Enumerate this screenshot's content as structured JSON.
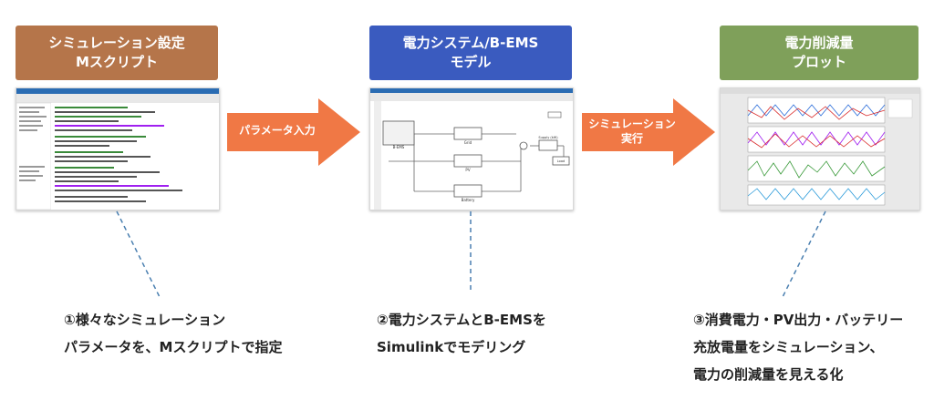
{
  "steps": [
    {
      "header_line1": "シミュレーション設定",
      "header_line2": "Mスクリプト",
      "color": "#b5754a",
      "note_line1": "①様々なシミュレーション",
      "note_line2": "パラメータを、Mスクリプトで指定",
      "note_line3": ""
    },
    {
      "header_line1": "電力システム/B-EMS",
      "header_line2": "モデル",
      "color": "#3a5bbf",
      "note_line1": "②電力システムとB-EMSを",
      "note_line2": "Simulinkでモデリング",
      "note_line3": ""
    },
    {
      "header_line1": "電力削減量",
      "header_line2": "プロット",
      "color": "#7fa05a",
      "note_line1": "③消費電力・PV出力・バッテリー",
      "note_line2": "充放電量をシミュレーション、",
      "note_line3": "電力の削減量を見える化"
    }
  ],
  "arrows": [
    {
      "label_line1": "パラメータ入力",
      "label_line2": "",
      "color": "#f07845"
    },
    {
      "label_line1": "シミュレーション",
      "label_line2": "実行",
      "color": "#f07845"
    }
  ],
  "model": {
    "block_bems": "B-EMS",
    "block_grid": "Grid",
    "block_pv": "PV",
    "block_battery": "Battery",
    "block_supply": "Supply (kW)",
    "block_load": "Load"
  }
}
